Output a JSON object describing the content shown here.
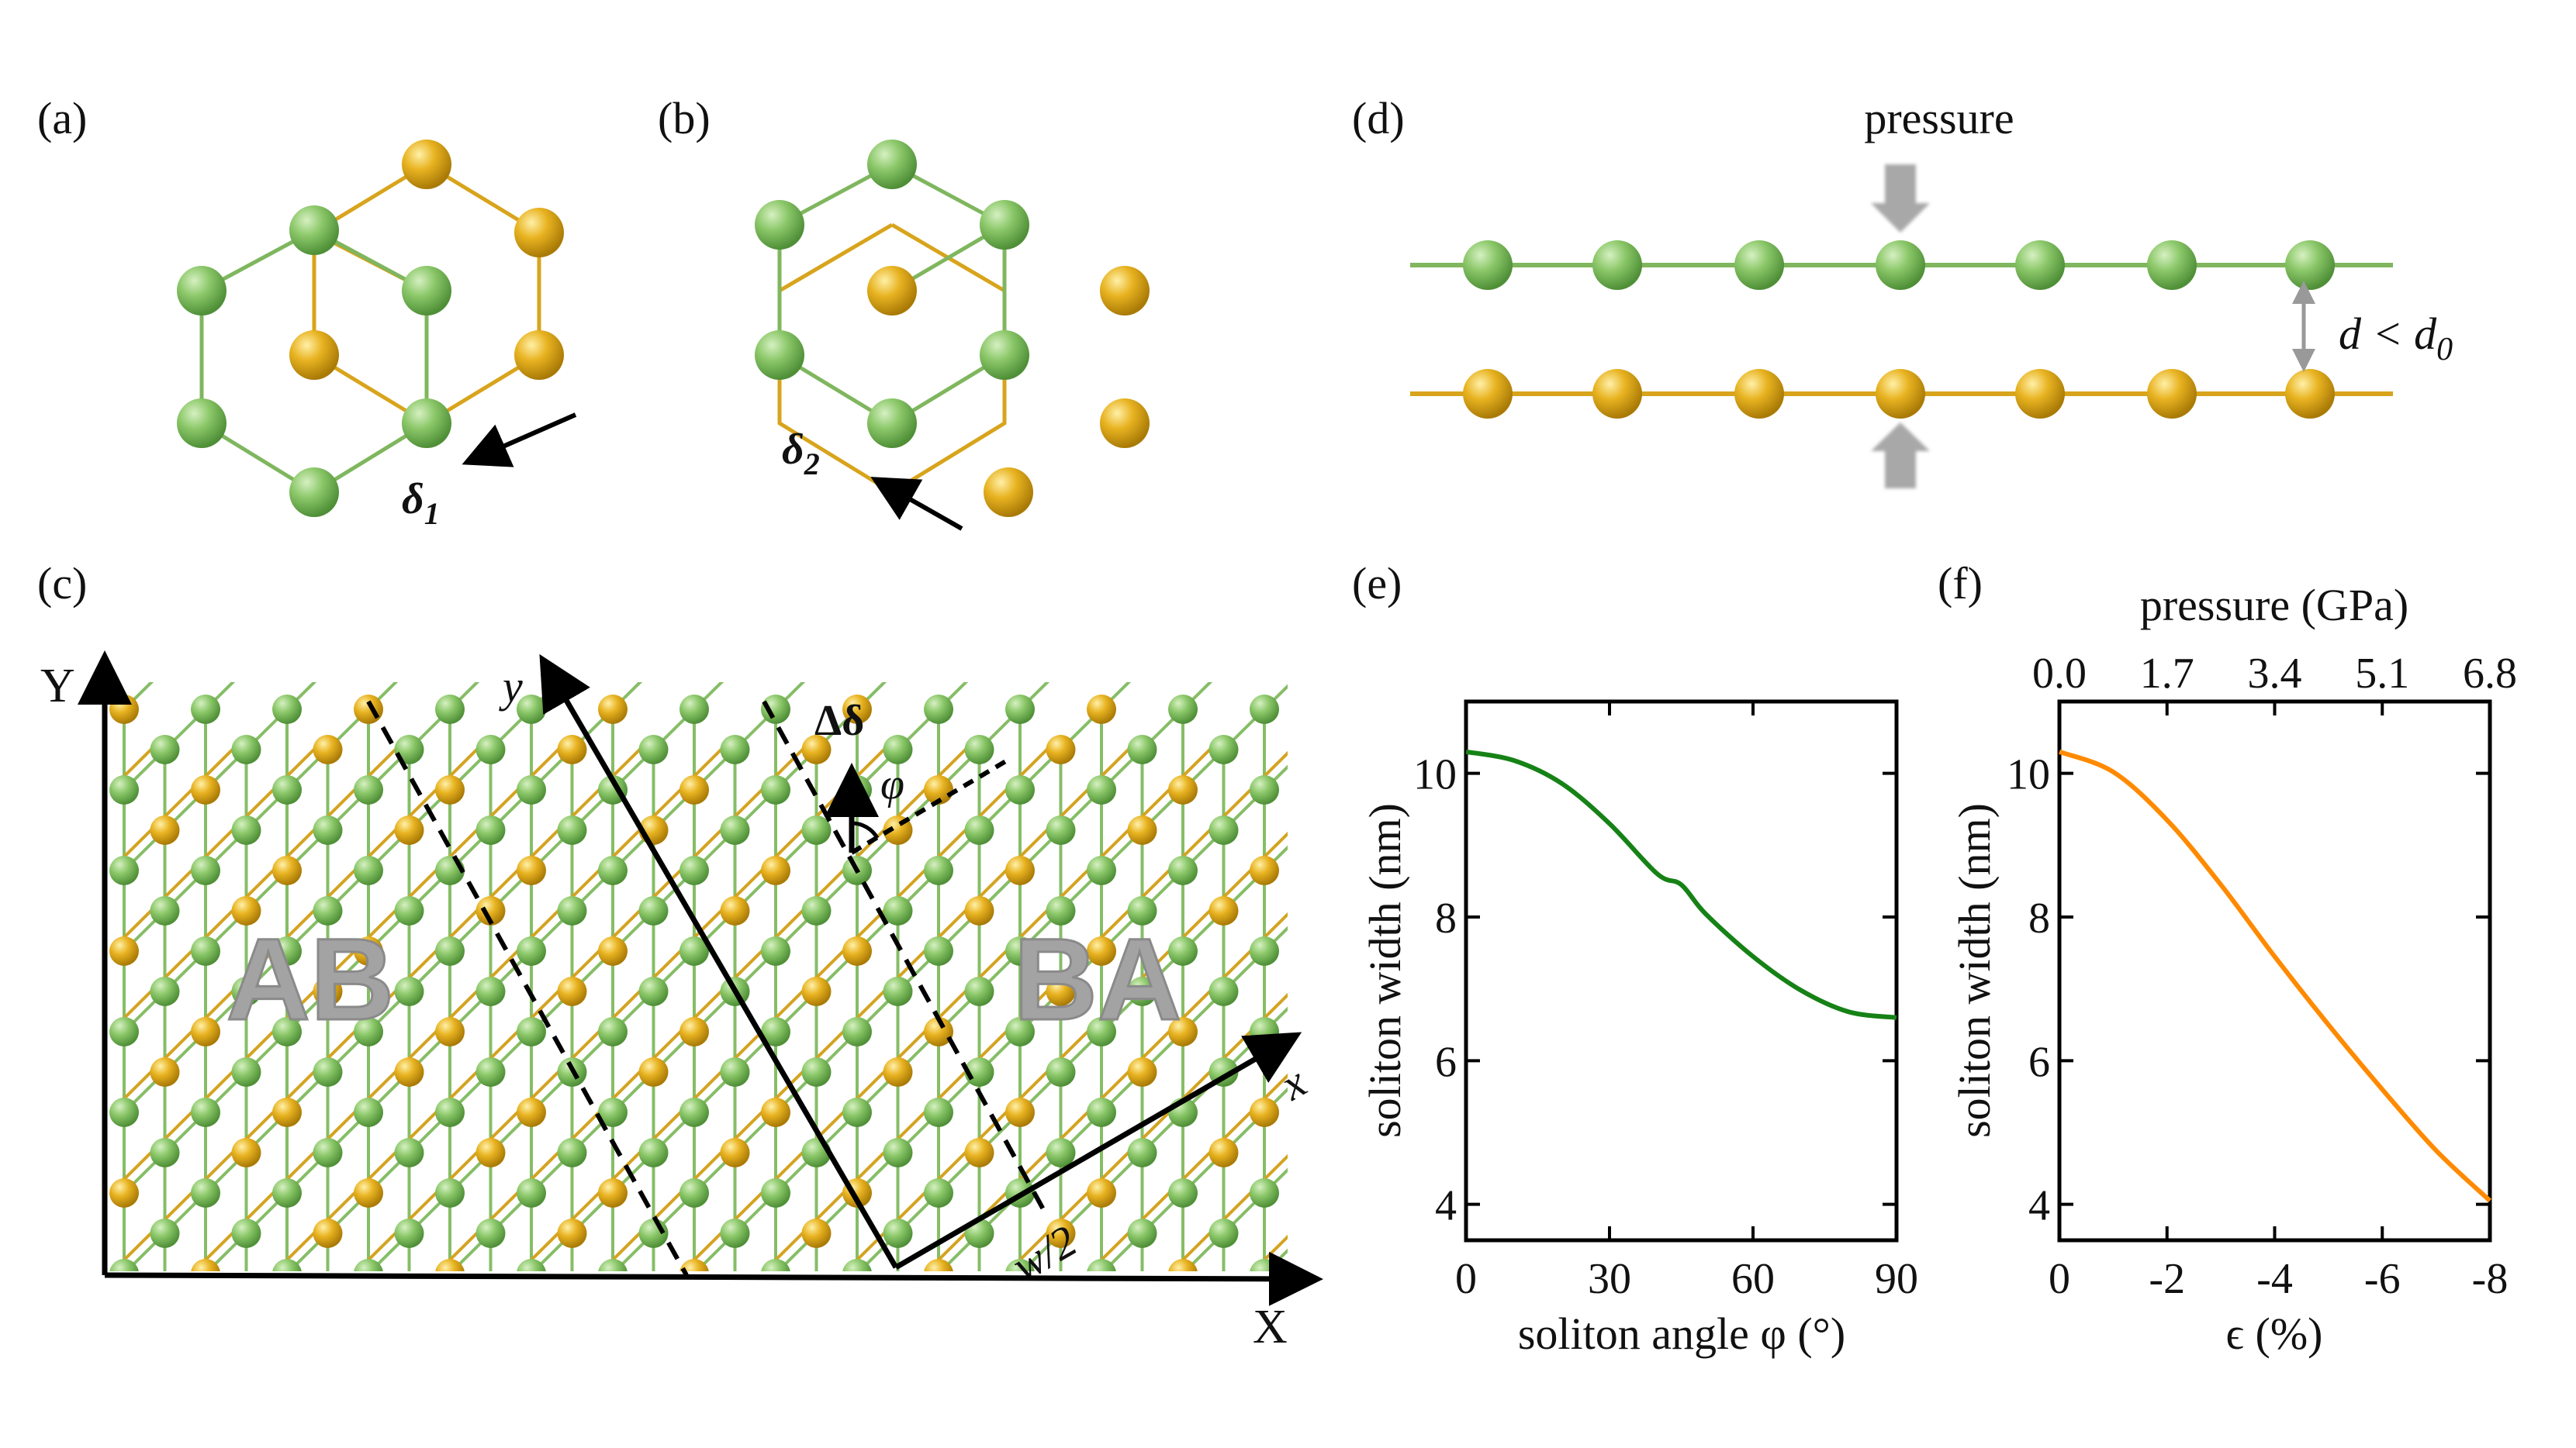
{
  "panels": {
    "a": "(a)",
    "b": "(b)",
    "c": "(c)",
    "d": "(d)",
    "e": "(e)",
    "f": "(f)"
  },
  "panel_a": {
    "vector_label": "δ",
    "vector_sub": "1"
  },
  "panel_b": {
    "vector_label": "δ",
    "vector_sub": "2"
  },
  "panel_c": {
    "axis_X": "X",
    "axis_Y": "Y",
    "axis_x": "x",
    "axis_y": "y",
    "region_left": "AB",
    "region_right": "BA",
    "delta_label": "Δδ",
    "angle_label": "φ",
    "width_label": "w/2"
  },
  "panel_d": {
    "pressure_label": "pressure",
    "distance_label": "d < d",
    "distance_sub": "0"
  },
  "colors": {
    "green": "#8cc86a",
    "green_edge": "#5e9e45",
    "gold": "#e8b321",
    "gold_edge": "#b8860b",
    "curve_e": "#168216",
    "curve_f": "#ff8a00"
  },
  "chart_data": [
    {
      "type": "line",
      "panel": "(e)",
      "xlabel": "soliton angle φ (°)",
      "ylabel": "soliton width (nm)",
      "xlim": [
        0,
        90
      ],
      "ylim": [
        3.5,
        11
      ],
      "xticks": [
        0,
        30,
        60,
        90
      ],
      "yticks": [
        4,
        6,
        8,
        10
      ],
      "series": [
        {
          "x": [
            0,
            10,
            20,
            30,
            40,
            45,
            50,
            60,
            70,
            80,
            90
          ],
          "y": [
            10.3,
            10.18,
            9.86,
            9.3,
            8.6,
            8.45,
            8.05,
            7.45,
            6.98,
            6.68,
            6.6
          ]
        }
      ]
    },
    {
      "type": "line",
      "panel": "(f)",
      "xlabel": "ϵ (%)",
      "ylabel": "soliton width (nm)",
      "top_xlabel": "pressure (GPa)",
      "xlim": [
        0,
        -8
      ],
      "ylim": [
        3.5,
        11
      ],
      "xticks": [
        "0",
        "-2",
        "-4",
        "-6",
        "-8"
      ],
      "top_xticks": [
        "0.0",
        "1.7",
        "3.4",
        "5.1",
        "6.8"
      ],
      "yticks": [
        4,
        6,
        8,
        10
      ],
      "series": [
        {
          "x": [
            0,
            -1,
            -2,
            -3,
            -4,
            -5,
            -6,
            -7,
            -8
          ],
          "y": [
            10.3,
            10.02,
            9.35,
            8.45,
            7.45,
            6.5,
            5.6,
            4.75,
            4.05
          ]
        }
      ]
    }
  ]
}
